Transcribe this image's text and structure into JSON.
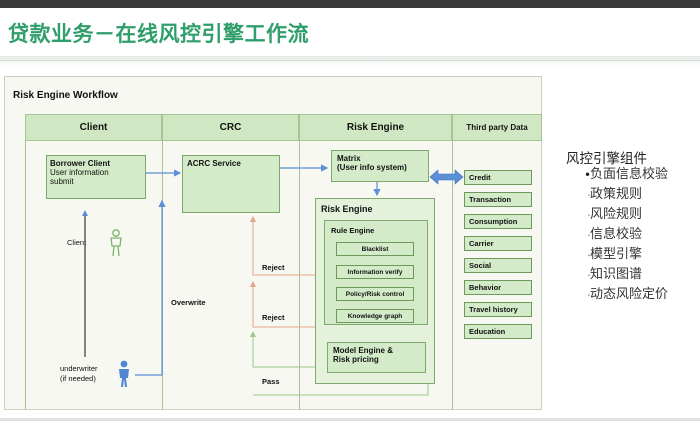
{
  "slide": {
    "title": "贷款业务－在线风控引擎工作流"
  },
  "diagram": {
    "title": "Risk Engine Workflow",
    "lanes": [
      "Client",
      "CRC",
      "Risk Engine",
      "Third party Data"
    ],
    "borrower_client": {
      "title": "Borrower Client",
      "line1": "User information",
      "line2": "submit"
    },
    "acrc_service": "ACRC Service",
    "matrix": {
      "title": "Matrix",
      "subtitle": "(User info system)"
    },
    "risk_engine_title": "Risk Engine",
    "rule_engine": {
      "title": "Rule Engine",
      "items": [
        "Blacklist",
        "Information verify",
        "Policy/Risk control",
        "Knowledge graph"
      ]
    },
    "model_engine": {
      "line1": "Model Engine &",
      "line2": "Risk pricing"
    },
    "third_party": [
      "Credit",
      "Transaction",
      "Consumption",
      "Carrier",
      "Social",
      "Behavior",
      "Travel history",
      "Education"
    ],
    "labels": {
      "client": "Client",
      "underwriter_line1": "underwriter",
      "underwriter_line2": "(if needed)",
      "overwrite": "Overwrite",
      "reject1": "Reject",
      "reject2": "Reject",
      "pass": "Pass"
    },
    "icons": [
      "person-icon",
      "person-icon"
    ],
    "colors": {
      "lane_header": "#cfe8c3",
      "box_fill": "#d3ebc8",
      "connector": "#5b8fd6",
      "reject_arrow": "#e8a38c",
      "pass_arrow": "#9cc98a"
    }
  },
  "right_panel": {
    "title": "风控引擎组件",
    "items": [
      "负面信息校验",
      "政策规则",
      "风险规则",
      "信息校验",
      "模型引擎",
      "知识图谱",
      "动态风险定价"
    ]
  },
  "colors": {
    "title_green": "#2f9e6b"
  }
}
